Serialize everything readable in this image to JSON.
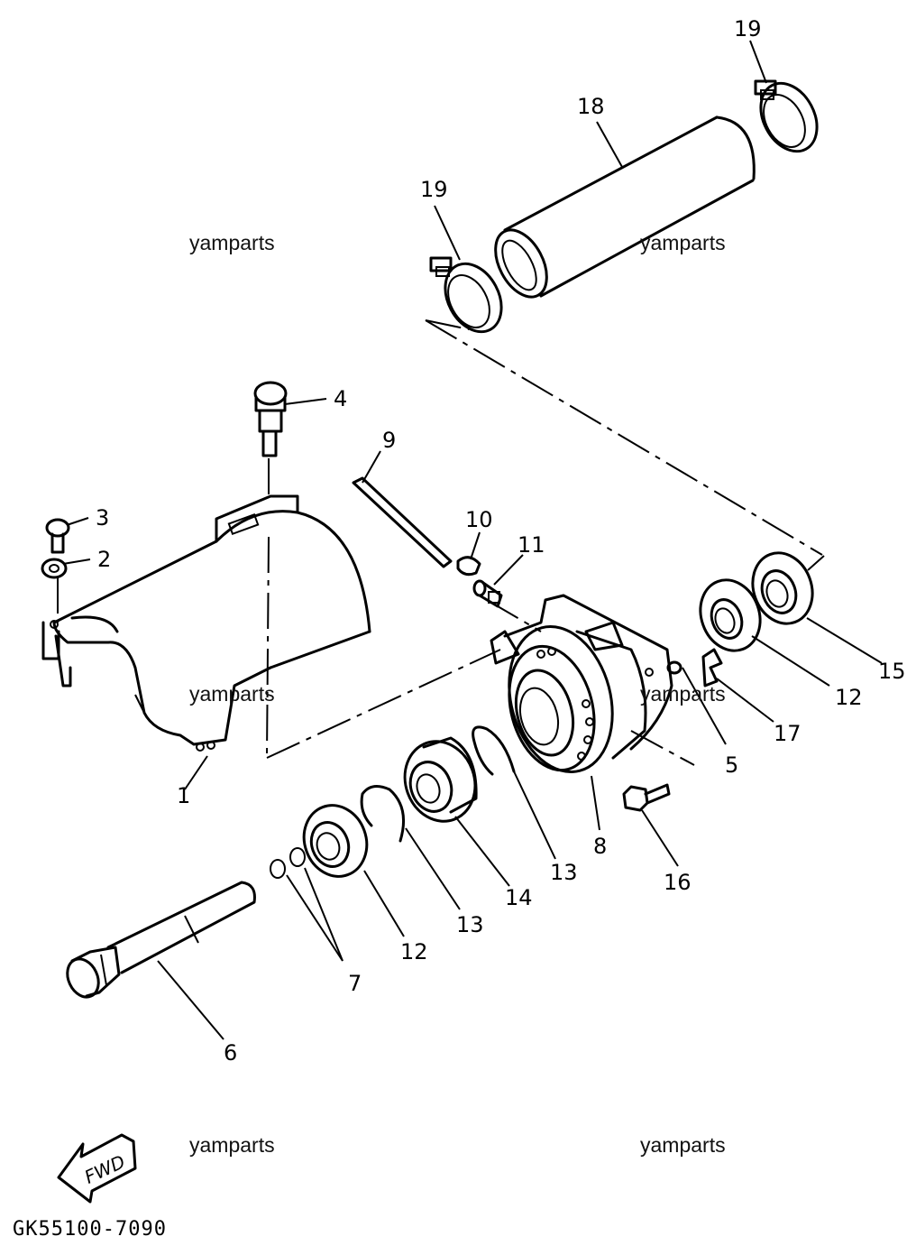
{
  "watermarks": [
    "yamparts",
    "yamparts",
    "yamparts",
    "yamparts",
    "yamparts",
    "yamparts"
  ],
  "fwd_label": "FWD",
  "diagram_code": "GK55100-7090",
  "callouts": {
    "c1": "1",
    "c2": "2",
    "c3": "3",
    "c4": "4",
    "c5": "5",
    "c6": "6",
    "c7": "7",
    "c8": "8",
    "c9": "9",
    "c10": "10",
    "c11": "11",
    "c12a": "12",
    "c12b": "12",
    "c13a": "13",
    "c13b": "13",
    "c14": "14",
    "c15": "15",
    "c16": "16",
    "c17": "17",
    "c18": "18",
    "c19a": "19",
    "c19b": "19"
  }
}
